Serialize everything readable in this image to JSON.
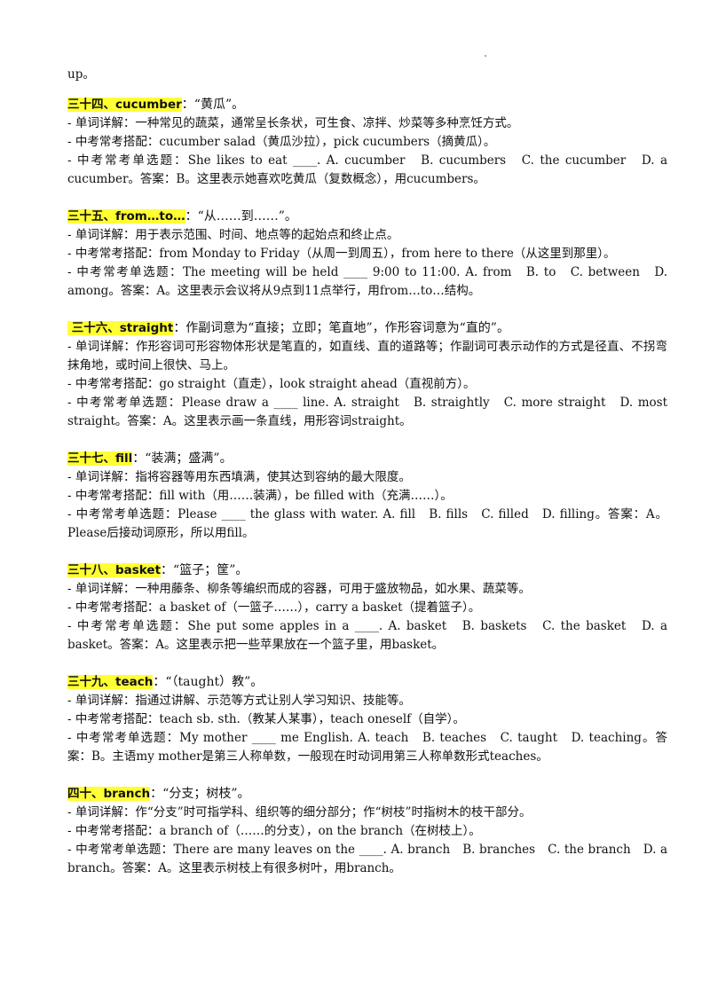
{
  "continuation": "up。",
  "entries": [
    {
      "heading": "三十四、cucumber",
      "meaning": "：“黄瓜”。",
      "lines": [
        "- 单词详解：一种常见的蔬菜，通常呈长条状，可生食、凉拌、炒菜等多种烹饪方式。",
        "- 中考常考搭配：cucumber salad（黄瓜沙拉），pick cucumbers（摘黄瓜）。",
        "- 中考常考单选题：She likes to eat ____. A. cucumber　B. cucumbers　C. the cucumber　D. a cucumber。答案：B。这里表示她喜欢吃黄瓜（复数概念），用cucumbers。"
      ]
    },
    {
      "heading": "三十五、from…to…",
      "meaning": "：“从……到……”。",
      "lines": [
        "- 单词详解：用于表示范围、时间、地点等的起始点和终止点。",
        "- 中考常考搭配：from Monday to Friday（从周一到周五），from here to there（从这里到那里）。",
        "- 中考常考单选题：The meeting will be held ____ 9:00 to 11:00. A. from　B. to　C. between　D. among。答案：A。这里表示会议将从9点到11点举行，用from…to…结构。"
      ]
    },
    {
      "heading": " 三十六、straight",
      "meaning": "：作副词意为“直接；立即；笔直地”，作形容词意为“直的”。",
      "lines": [
        "- 单词详解：作形容词可形容物体形状是笔直的，如直线、直的道路等；作副词可表示动作的方式是径直、不拐弯抹角地，或时间上很快、马上。",
        "- 中考常考搭配：go straight（直走），look straight ahead（直视前方）。",
        "- 中考常考单选题：Please draw a ____ line. A. straight　B. straightly　C. more straight　D. most straight。答案：A。这里表示画一条直线，用形容词straight。"
      ]
    },
    {
      "heading": "三十七、fill",
      "meaning": "：“装满；盛满”。",
      "lines": [
        "- 单词详解：指将容器等用东西填满，使其达到容纳的最大限度。",
        "- 中考常考搭配：fill with（用……装满），be filled with（充满……）。",
        "- 中考常考单选题：Please ____ the glass with water. A. fill　B. fills　C. filled　D. filling。答案：A。Please后接动词原形，所以用fill。"
      ]
    },
    {
      "heading": "三十八、basket",
      "meaning": "：“篮子；筐”。",
      "lines": [
        "- 单词详解：一种用藤条、柳条等编织而成的容器，可用于盛放物品，如水果、蔬菜等。",
        "- 中考常考搭配：a basket of（一篮子……），carry a basket（提着篮子）。",
        "- 中考常考单选题：She put some apples in a ____. A. basket　B. baskets　C. the basket　D. a basket。答案：A。这里表示把一些苹果放在一个篮子里，用basket。"
      ]
    },
    {
      "heading": "三十九、teach",
      "meaning": "：“（taught）教”。",
      "lines": [
        "- 单词详解：指通过讲解、示范等方式让别人学习知识、技能等。",
        "- 中考常考搭配：teach sb. sth.（教某人某事），teach oneself（自学）。",
        "- 中考常考单选题：My mother ____ me English. A. teach　B. teaches　C. taught　D. teaching。答案：B。主语my mother是第三人称单数，一般现在时动词用第三人称单数形式teaches。"
      ]
    },
    {
      "heading": "四十、branch",
      "meaning": "：“分支；树枝”。",
      "lines": [
        "- 单词详解：作“分支”时可指学科、组织等的细分部分；作“树枝”时指树木的枝干部分。",
        "- 中考常考搭配：a branch of（……的分支），on the branch（在树枝上）。",
        "- 中考常考单选题：There are many leaves on the ____. A. branch　B. branches　C. the branch　D. a branch。答案：A。这里表示树枝上有很多树叶，用branch。"
      ]
    }
  ]
}
